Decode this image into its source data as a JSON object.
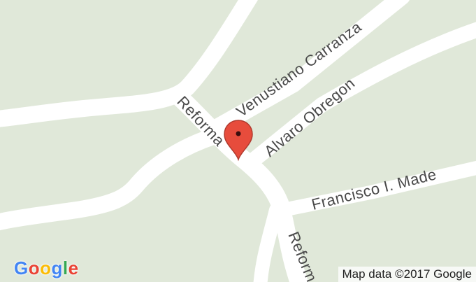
{
  "map": {
    "colors": {
      "land": "#e0e8d9",
      "road": "#ffffff",
      "label": "#4a4a4a",
      "marker": "#e74c3c"
    },
    "streets": [
      {
        "name": "Venustiano Carranza"
      },
      {
        "name": "Alvaro Obregon"
      },
      {
        "name": "Reforma"
      },
      {
        "name": "Francisco I. Made"
      },
      {
        "name": "Reform"
      }
    ],
    "marker": {
      "icon": "map-pin-icon"
    }
  },
  "branding": {
    "logo_letters": [
      {
        "char": "G",
        "color": "#4285f4"
      },
      {
        "char": "o",
        "color": "#ea4335"
      },
      {
        "char": "o",
        "color": "#fbbc05"
      },
      {
        "char": "g",
        "color": "#4285f4"
      },
      {
        "char": "l",
        "color": "#34a853"
      },
      {
        "char": "e",
        "color": "#ea4335"
      }
    ],
    "attribution": "Map data ©2017 Google"
  }
}
